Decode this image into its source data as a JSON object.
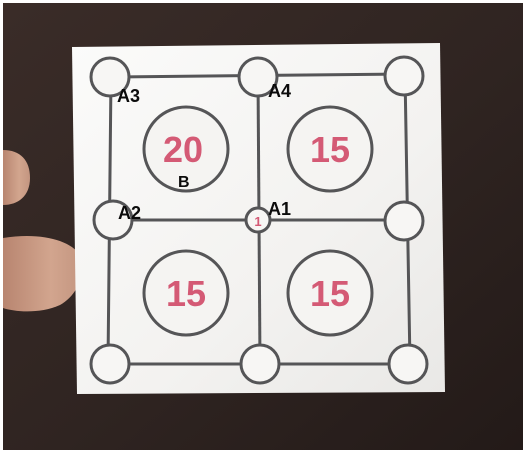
{
  "board": {
    "regions": [
      {
        "id": "top-left",
        "value": "20"
      },
      {
        "id": "top-right",
        "value": "15"
      },
      {
        "id": "bottom-left",
        "value": "15"
      },
      {
        "id": "bottom-right",
        "value": "15"
      }
    ],
    "center_node_value": "1"
  },
  "annotations": {
    "a1": "A1",
    "a2": "A2",
    "a3": "A3",
    "a4": "A4",
    "b": "B"
  },
  "colors": {
    "background": "#2f2421",
    "paper": "#f4f3f1",
    "lines": "#555557",
    "numbers": "#d45a75",
    "annotation_text": "#0b0b0b",
    "skin": "#c89a84"
  }
}
